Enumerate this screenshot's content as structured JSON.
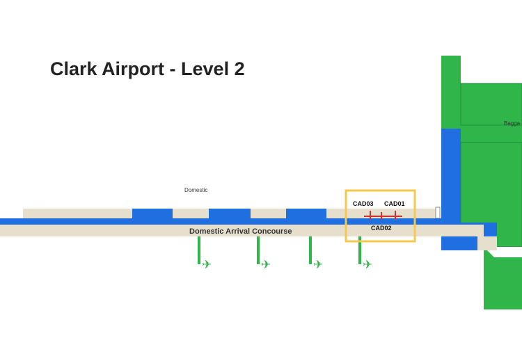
{
  "title": "Clark Airport - Level 2",
  "labels": {
    "domestic": "Domestic",
    "concourse": "Domestic Arrival Concourse",
    "baggage": "Bagga"
  },
  "markers": [
    {
      "id": "CAD03",
      "label": "CAD03"
    },
    {
      "id": "CAD01",
      "label": "CAD01"
    },
    {
      "id": "CAD02",
      "label": "CAD02"
    }
  ],
  "icons": {
    "plane": "airplane-icon"
  },
  "colors": {
    "blue": "#1f6fe0",
    "green": "#2fb54a",
    "beige": "#e6dfcd",
    "highlight": "#f2c94c",
    "marker_red": "#d32f2f",
    "title": "#222222"
  }
}
